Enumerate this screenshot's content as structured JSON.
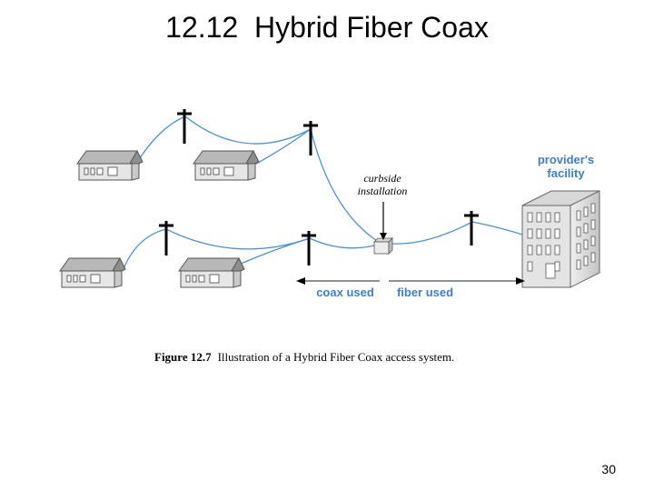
{
  "title": "12.12  Hybrid Fiber Coax",
  "page_number": "30",
  "diagram": {
    "provider_label": [
      "provider's",
      "facility"
    ],
    "curbside_label": [
      "curbside",
      "installation"
    ],
    "coax_label": "coax used",
    "fiber_label": "fiber used",
    "caption_prefix": "Figure 12.7",
    "caption_text": "Illustration of a Hybrid Fiber Coax access system.",
    "colors": {
      "cable": "#4a90e2",
      "label_blue": "#3a7fd5",
      "building": "#d0d0d0",
      "roof": "#aaaaaa"
    }
  }
}
